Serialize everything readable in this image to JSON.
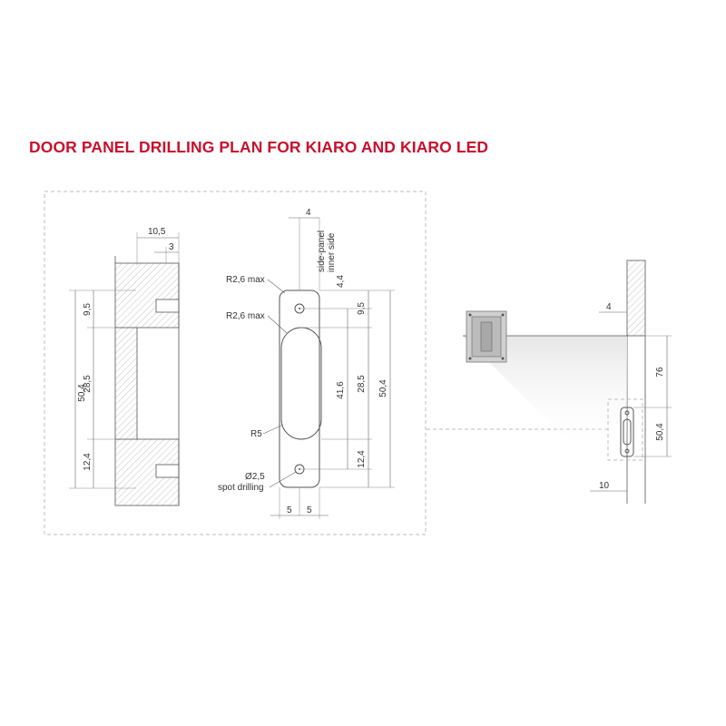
{
  "title": "DOOR PANEL DRILLING PLAN FOR KIARO AND KIARO LED",
  "colors": {
    "title": "#c8102e",
    "line": "#555555",
    "frame": "#bdbdbd"
  },
  "left_view": {
    "dim_top_width": "10,5",
    "dim_top_small": "3",
    "dim_total": "50,4",
    "dim_upper": "9,5",
    "dim_middle": "28,5",
    "dim_lower": "12,4"
  },
  "center_view": {
    "dim_offset_top": "4",
    "side_panel_label_1": "side-panel",
    "side_panel_label_2": "inner side",
    "dim_side_offset": "4,4",
    "radius_top": "R2,6 max",
    "radius_slot": "R2,6 max",
    "radius_r5": "R5",
    "hole_diameter": "Ø2,5",
    "spot_drilling": "spot drilling",
    "dim_upper": "9,5",
    "dim_slot": "41,6",
    "dim_middle": "28,5",
    "dim_total": "50,4",
    "dim_lower": "12,4",
    "dim_bottom_left": "5",
    "dim_bottom_right": "5"
  },
  "right_view": {
    "dim_gap": "4",
    "dim_height": "76",
    "dim_length": "50,4",
    "dim_bottom": "10"
  }
}
